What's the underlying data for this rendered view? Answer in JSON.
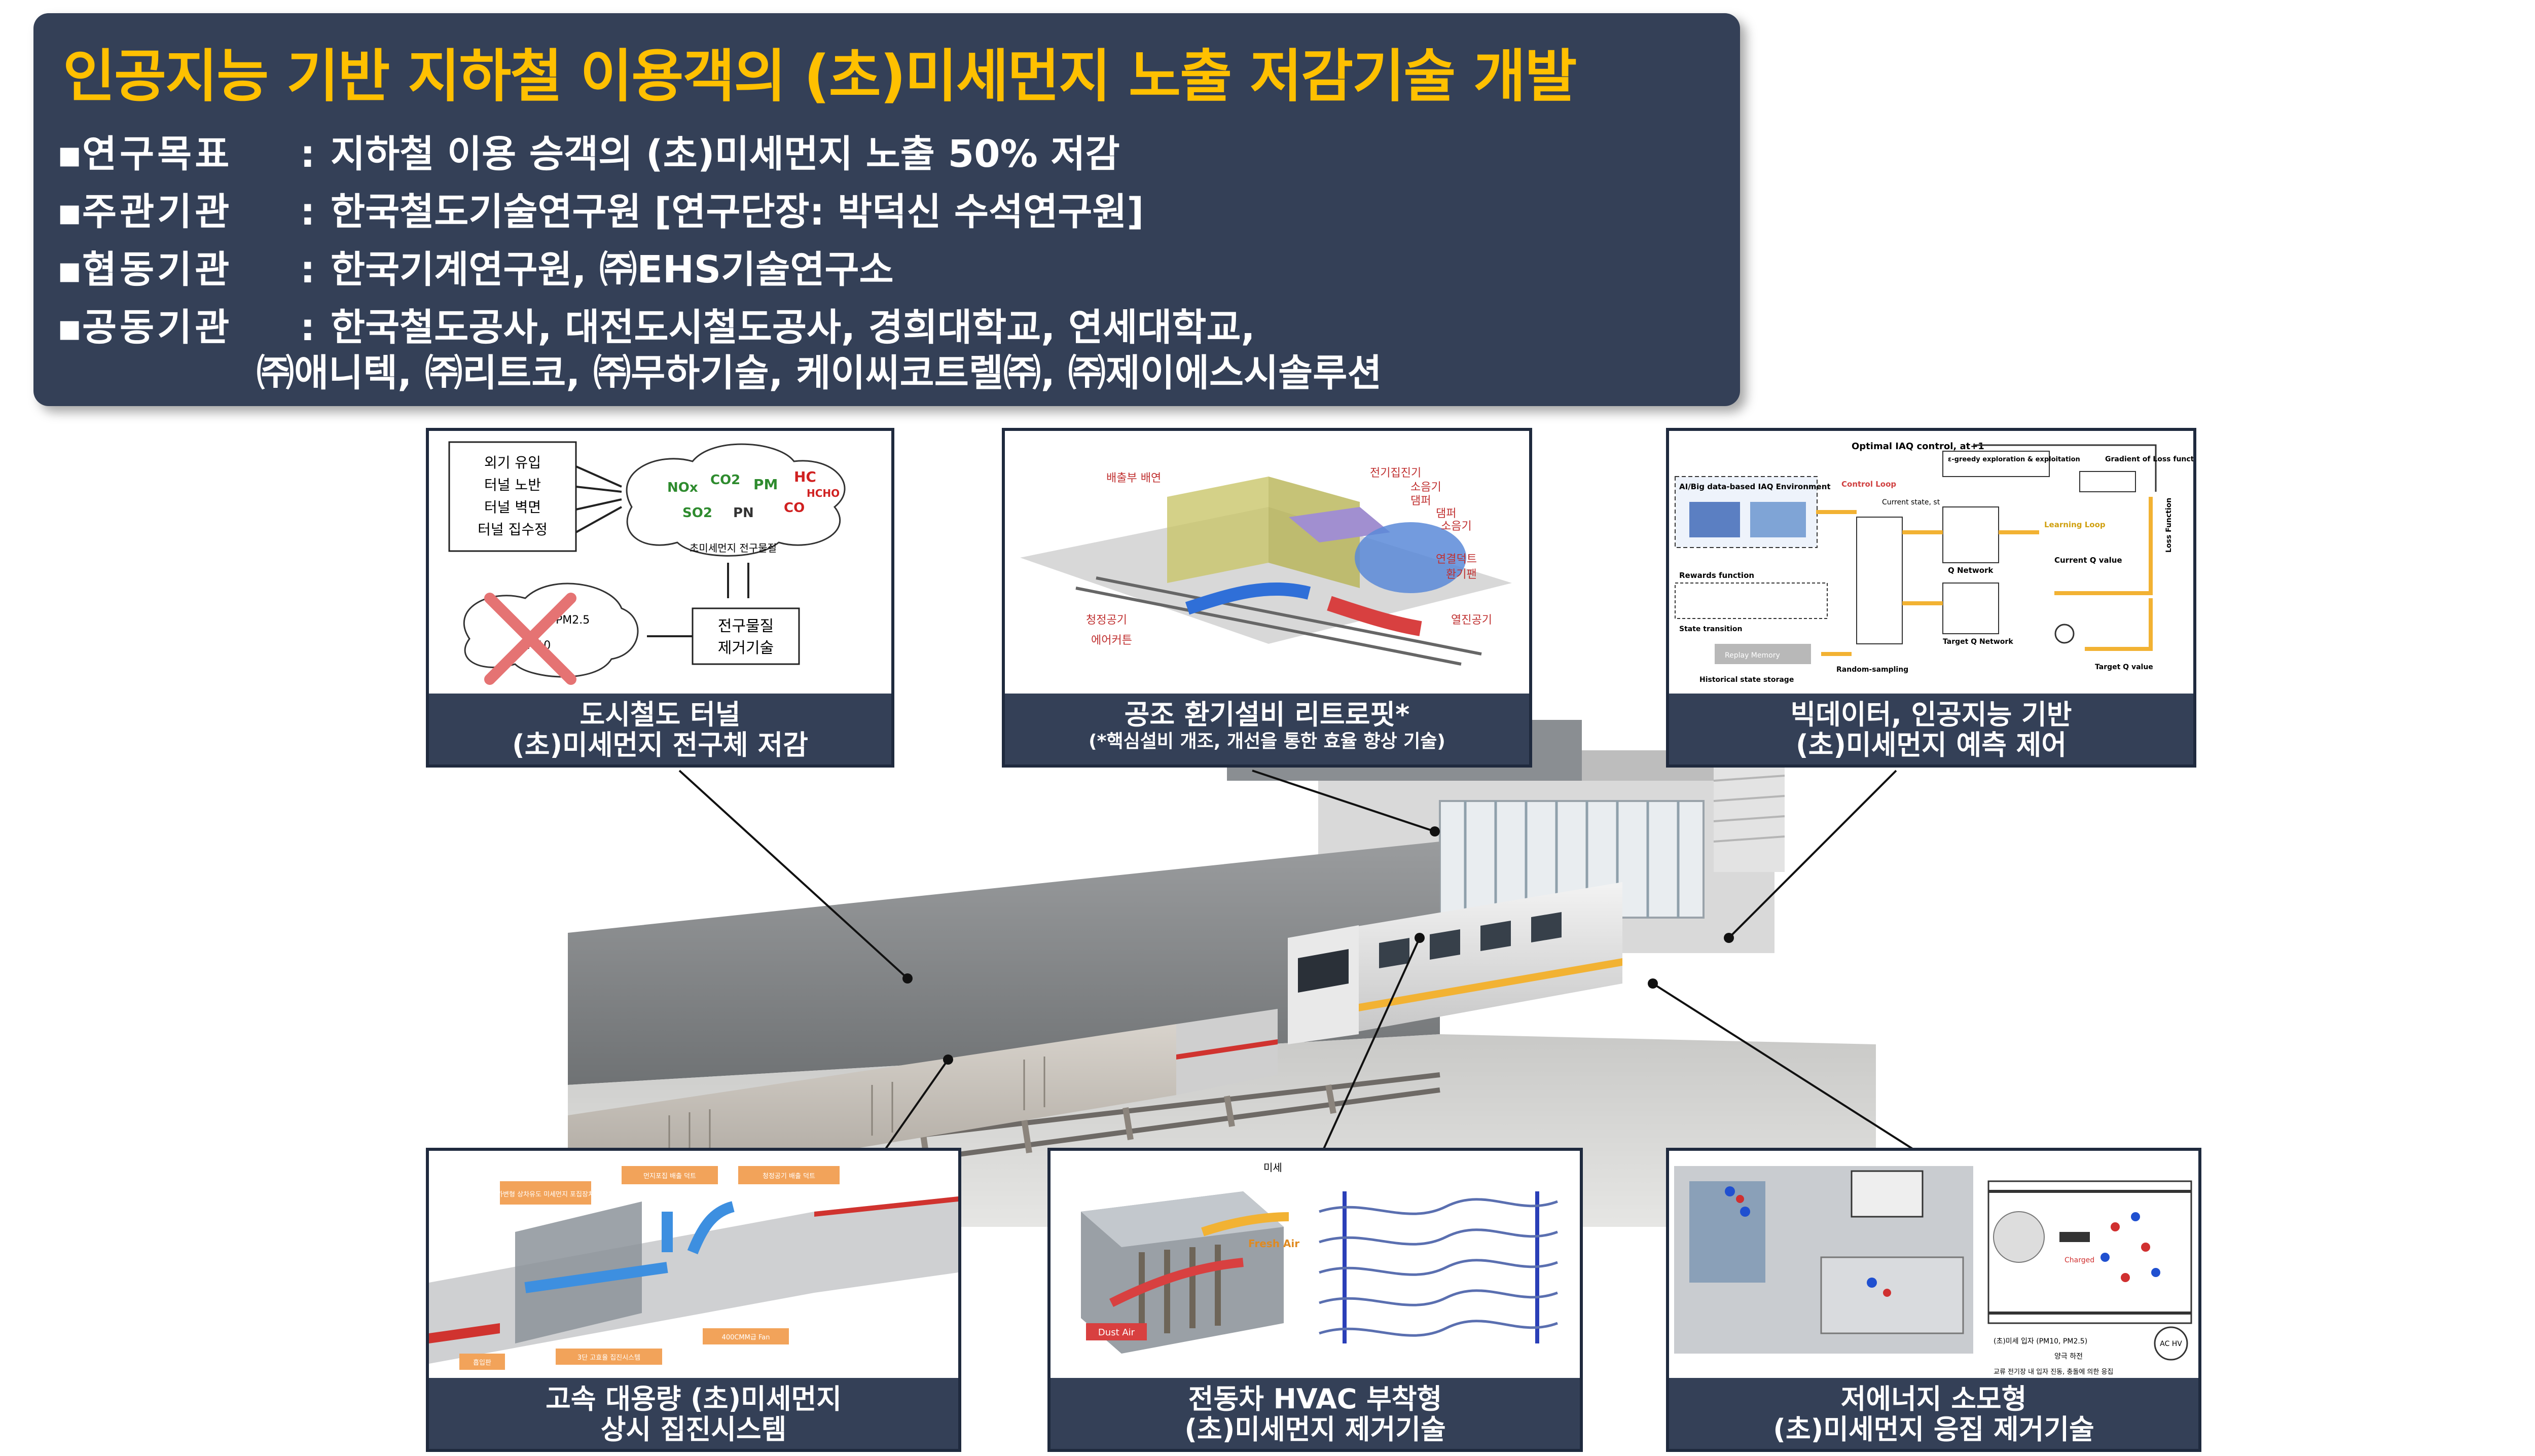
{
  "header": {
    "title": "인공지능 기반 지하철 이용객의 (초)미세먼지 노출 저감기술 개발",
    "rows": [
      {
        "bullet": "▪",
        "key": "연구목표",
        "colon": ":",
        "value": "지하철 이용 승객의 (초)미세먼지 노출 50% 저감"
      },
      {
        "bullet": "▪",
        "key": "주관기관",
        "colon": ":",
        "value": "한국철도기술연구원 [연구단장: 박덕신 수석연구원]"
      },
      {
        "bullet": "▪",
        "key": "협동기관",
        "colon": ":",
        "value": "한국기계연구원, ㈜EHS기술연구소"
      },
      {
        "bullet": "▪",
        "key": "공동기관",
        "colon": ":",
        "value": "한국철도공사, 대전도시철도공사, 경희대학교, 연세대학교,"
      }
    ],
    "row4_cont": "㈜애니텍, ㈜리트코, ㈜무하기술, 케이씨코트렐㈜, ㈜제이에스시솔루션"
  },
  "boxes": {
    "tunnel": {
      "cap1": "도시철도 터널",
      "cap2": "(초)미세먼지 전구체 저감",
      "list": [
        "외기 유입",
        "터널 노반",
        "터널 벽면",
        "터널 집수정"
      ],
      "cloud": {
        "nox": "NOx",
        "co2": "CO2",
        "pm": "PM",
        "hc": "HC",
        "hcho": "HCHO",
        "so2": "SO2",
        "pn": "PN",
        "co": "CO"
      },
      "cloud_label": "초미세먼지 전구물질",
      "removal_box": [
        "전구물질",
        "제거기술"
      ],
      "pm25": "PM2.5",
      "pm10": "PM10"
    },
    "hvac": {
      "cap1": "공조 환기설비 리트로핏*",
      "cap2": "(*핵심설비 개조, 개선을 통한 효율 향상 기술)",
      "labels": {
        "l1": "배출부 배연",
        "l2": "전기집진기",
        "l3": "소음기",
        "l4": "댐퍼",
        "l5": "댐퍼",
        "l6": "소음기",
        "l7": "연결덕트",
        "l8": "환기팬",
        "l9": "청정공기",
        "l10": "에어커튼",
        "l11": "열진공기"
      }
    },
    "ai": {
      "cap1": "빅데이터, 인공지능 기반",
      "cap2": "(초)미세먼지 예측 제어",
      "labels": {
        "top": "Optimal IAQ control, at+1",
        "env": "AI/Big data-based IAQ Environment",
        "control": "Control Loop",
        "greedy": "ε-greedy exploration & exploitation",
        "gradient": "Gradient of Loss function",
        "current_state": "Current state, st",
        "learning": "Learning Loop",
        "qnet": "Q Network",
        "current_q": "Current Q value",
        "rewards": "Rewards function",
        "target_qnet": "Target Q Network",
        "state_trans": "State transition",
        "replay": "Replay Memory",
        "history": "Historical state storage",
        "random": "Random-sampling",
        "target_q": "Target Q value",
        "loss": "Loss Function"
      }
    },
    "dust": {
      "cap1": "고속 대용량 (초)미세먼지",
      "cap2": "상시 집진시스템",
      "labels": {
        "l1": "가변형 상차유도 미세먼지 포집장치",
        "l2": "먼지포집 배출 덕트",
        "l3": "청정공기 배출 덕트",
        "l4": "흡입판",
        "l5": "3단 고효율 집진시스템",
        "l6": "400CMM급 Fan"
      }
    },
    "train": {
      "cap1": "전동차 HVAC 부착형",
      "cap2": "(초)미세먼지 제거기술",
      "labels": {
        "fine": "미세",
        "fresh": "Fresh Air",
        "dust": "Dust Air"
      }
    },
    "agglo": {
      "cap1": "저에너지 소모형",
      "cap2": "(초)미세먼지 응집 제거기술",
      "labels": {
        "l1": "(초)미세 입자 (PM10, PM2.5)",
        "l2": "양극 하전",
        "l3": "교류 전기장 내 입자 진동, 충돌에 의한 응집",
        "ac": "AC HV",
        "charged": "Charged"
      }
    }
  },
  "colors": {
    "banner": "#344057",
    "title": "#ffc000",
    "caption": "#344057",
    "white": "#ffffff"
  }
}
